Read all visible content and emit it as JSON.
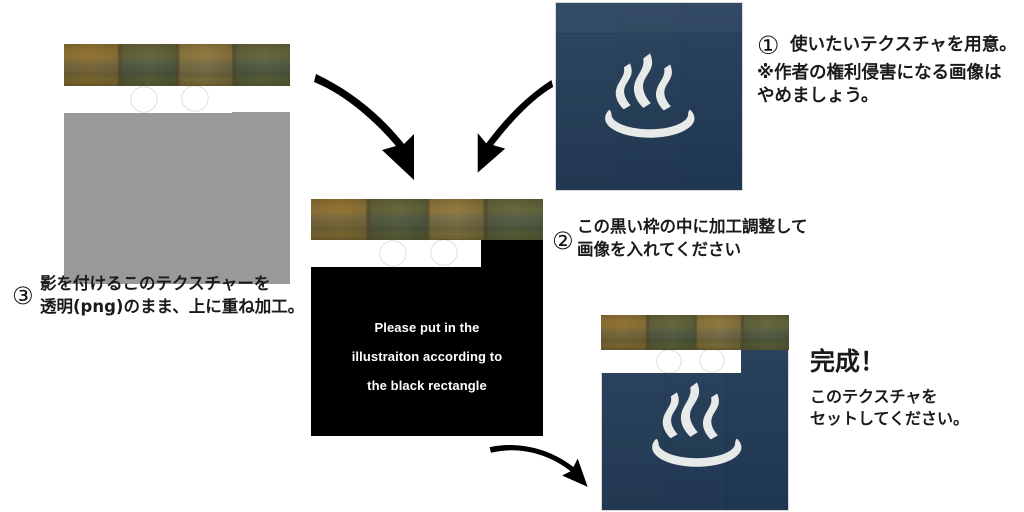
{
  "meta": {
    "title": "Texture overlay instruction sheet",
    "background_color": "#ffffff"
  },
  "colors": {
    "navy": "#17314e",
    "black": "#000000",
    "gray_fill": "#999999",
    "white": "#ffffff",
    "ink": "#1a1a1a",
    "icon_white": "#e8eaea",
    "bamboo_tan": "#b49c63",
    "bamboo_green": "#7e8a6d",
    "knot_brown": "#8a8166"
  },
  "steps": {
    "step1": {
      "marker": "①",
      "lines": [
        "使いたいテクスチャを用意。",
        "※作者の権利侵害になる画像は",
        "やめましょう。"
      ]
    },
    "step2": {
      "marker": "②",
      "lines": [
        "この黒い枠の中に加工調整して",
        "画像を入れてください"
      ]
    },
    "step3": {
      "marker": "③",
      "lines": [
        "影を付けるこのテクスチャーを",
        "透明(png)のまま、上に重ね加工。"
      ]
    },
    "done": {
      "heading": "完成！",
      "lines": [
        "このテクスチャを",
        "セットしてください。"
      ]
    }
  },
  "black_rectangle": {
    "instruction_lines": [
      "Please put in the",
      "illustraiton according to",
      "the black rectangle"
    ]
  },
  "panels": {
    "source_texture": {
      "name": "shadow-texture-png",
      "band_label": "bamboo-fence-band",
      "knot_count": 2,
      "fill_color": "#999999"
    },
    "onsen_source": {
      "name": "onsen-texture",
      "icon": "onsen-steam-icon",
      "background_color": "#17314e"
    },
    "composite": {
      "name": "composite-work-area",
      "background_color": "#000000"
    },
    "result": {
      "name": "finished-texture",
      "icon": "onsen-steam-icon",
      "background_color": "#17314e"
    }
  },
  "arrows": [
    {
      "name": "arrow-texture-to-composite",
      "direction": "down-right"
    },
    {
      "name": "arrow-onsen-to-composite",
      "direction": "down-left"
    },
    {
      "name": "arrow-composite-to-result",
      "direction": "down-right"
    }
  ]
}
